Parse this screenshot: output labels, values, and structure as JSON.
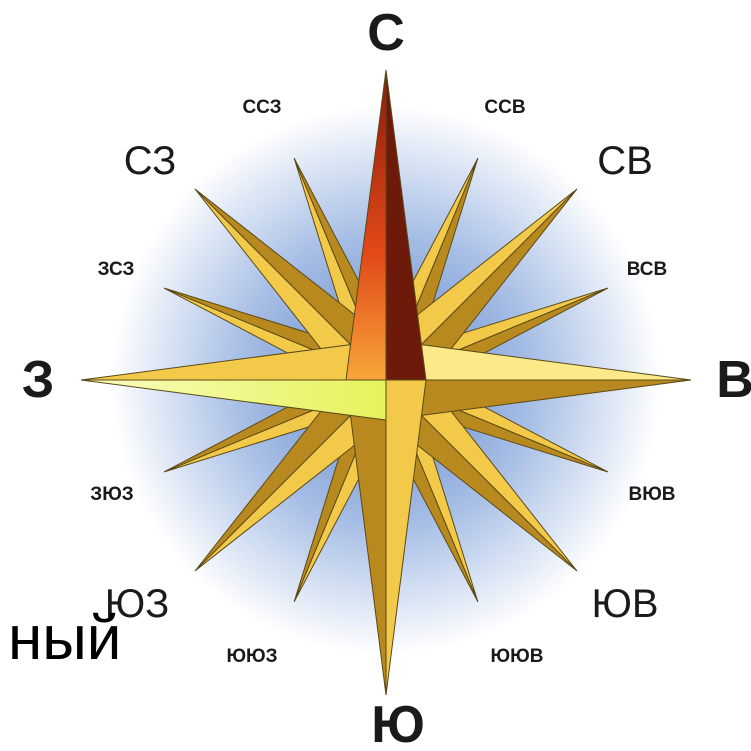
{
  "diagram": {
    "cardinal": {
      "north": "С",
      "east": "В",
      "south": "Ю",
      "west": "З"
    },
    "intercardinal": {
      "northeast": "СВ",
      "southeast": "ЮВ",
      "southwest": "ЮЗ",
      "northwest": "СЗ"
    },
    "secondary": {
      "nne": "ССВ",
      "ene": "ВСВ",
      "ese": "ВЮВ",
      "sse": "ЮЮВ",
      "ssw": "ЮЮЗ",
      "wsw": "ЗЮЗ",
      "wnw": "ЗСЗ",
      "nnw": "ССЗ"
    },
    "fragment_text": "ный"
  },
  "colors": {
    "background": "#ffffff",
    "halo_inner": "#5b84c8",
    "halo_outer": "#ffffff",
    "north_ray": "#e0451a",
    "ray_fill": "#f3c94a",
    "ray_shade": "#b8891e",
    "ray_highlight": "#fbe98a",
    "outline": "#5a4a18"
  }
}
